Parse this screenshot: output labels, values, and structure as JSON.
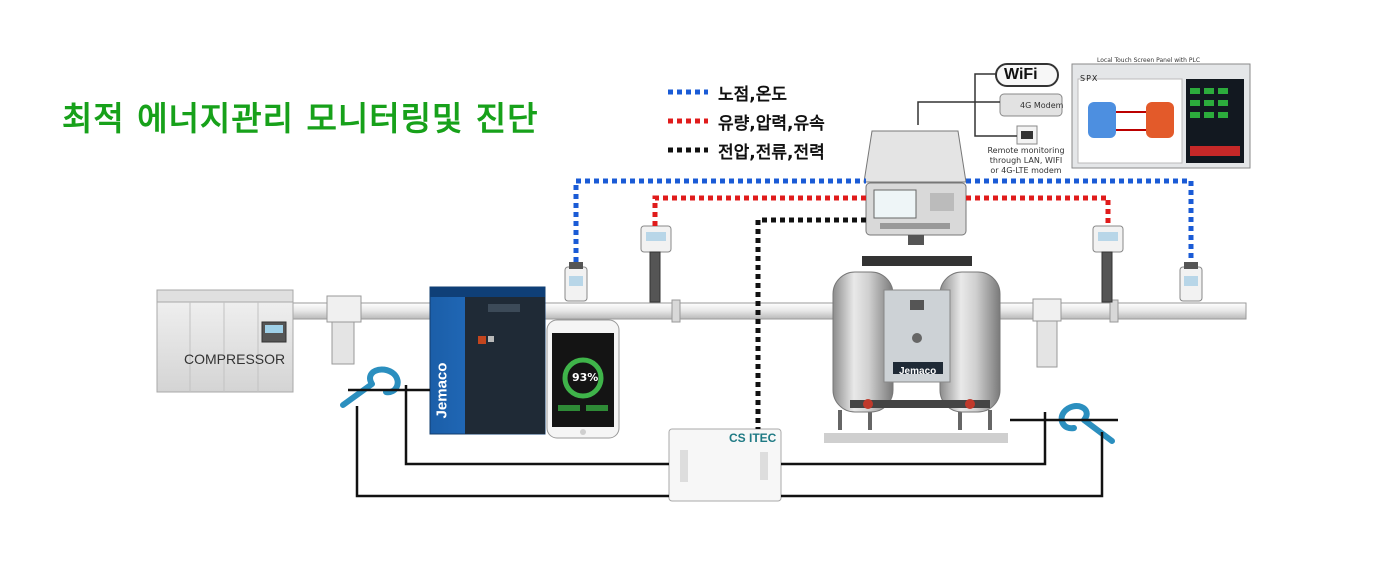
{
  "title": "최적 에너지관리 모니터링및 진단",
  "legend": [
    {
      "label": "노점,온도",
      "color": "#1a5bd6"
    },
    {
      "label": "유량,압력,유속",
      "color": "#e01b1b"
    },
    {
      "label": "전압,전류,전력",
      "color": "#111111"
    }
  ],
  "devices": {
    "compressor_label": "COMPRESSOR",
    "dryer_brand": "Jemaco",
    "phone_value": "93%",
    "power_sensor_brand": "CS ITEC",
    "wifi_label": "WiFi",
    "modem_label": "4G Modem",
    "remote_note": "Remote monitoring through LAN, WIFI or 4G-LTE modem",
    "panel_header": "Local Touch Screen Panel with PLC",
    "panel_brand": "SPX"
  },
  "icons": {
    "compressor": "compressor-icon",
    "dryer": "refrigerated-dryer-icon",
    "adsorption_dryer": "desiccant-dryer-icon",
    "phone": "smartphone-icon",
    "logger": "data-logger-icon",
    "clamp": "current-clamp-icon",
    "sensor": "sensor-icon",
    "filter": "filter-icon",
    "lan": "lan-port-icon"
  }
}
